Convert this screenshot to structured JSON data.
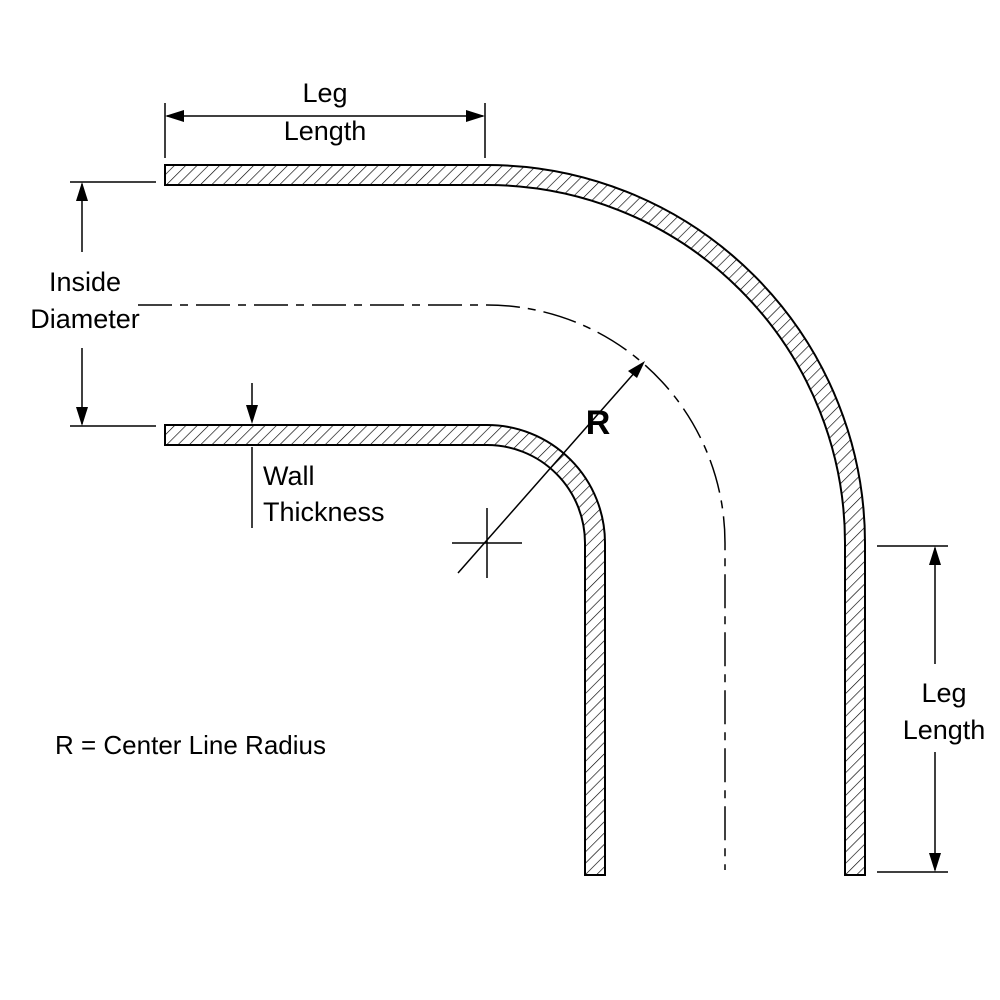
{
  "diagram": {
    "type": "technical-drawing",
    "subject": "90-degree elbow tube with dimension callouts",
    "colors": {
      "line": "#000000",
      "highlight_text": "#ff0000",
      "background": "#ffffff"
    },
    "labels": {
      "top_leg_length": {
        "line1": "Leg",
        "line2": "Length"
      },
      "inside_diameter": {
        "line1": "Inside",
        "line2": "Diameter"
      },
      "wall_thickness": {
        "line1": "Wall",
        "line2": "Thickness"
      },
      "radius_symbol": "R",
      "radius_legend": "R = Center Line Radius",
      "right_leg_length": {
        "line1": "Leg",
        "line2": "Length"
      }
    }
  }
}
